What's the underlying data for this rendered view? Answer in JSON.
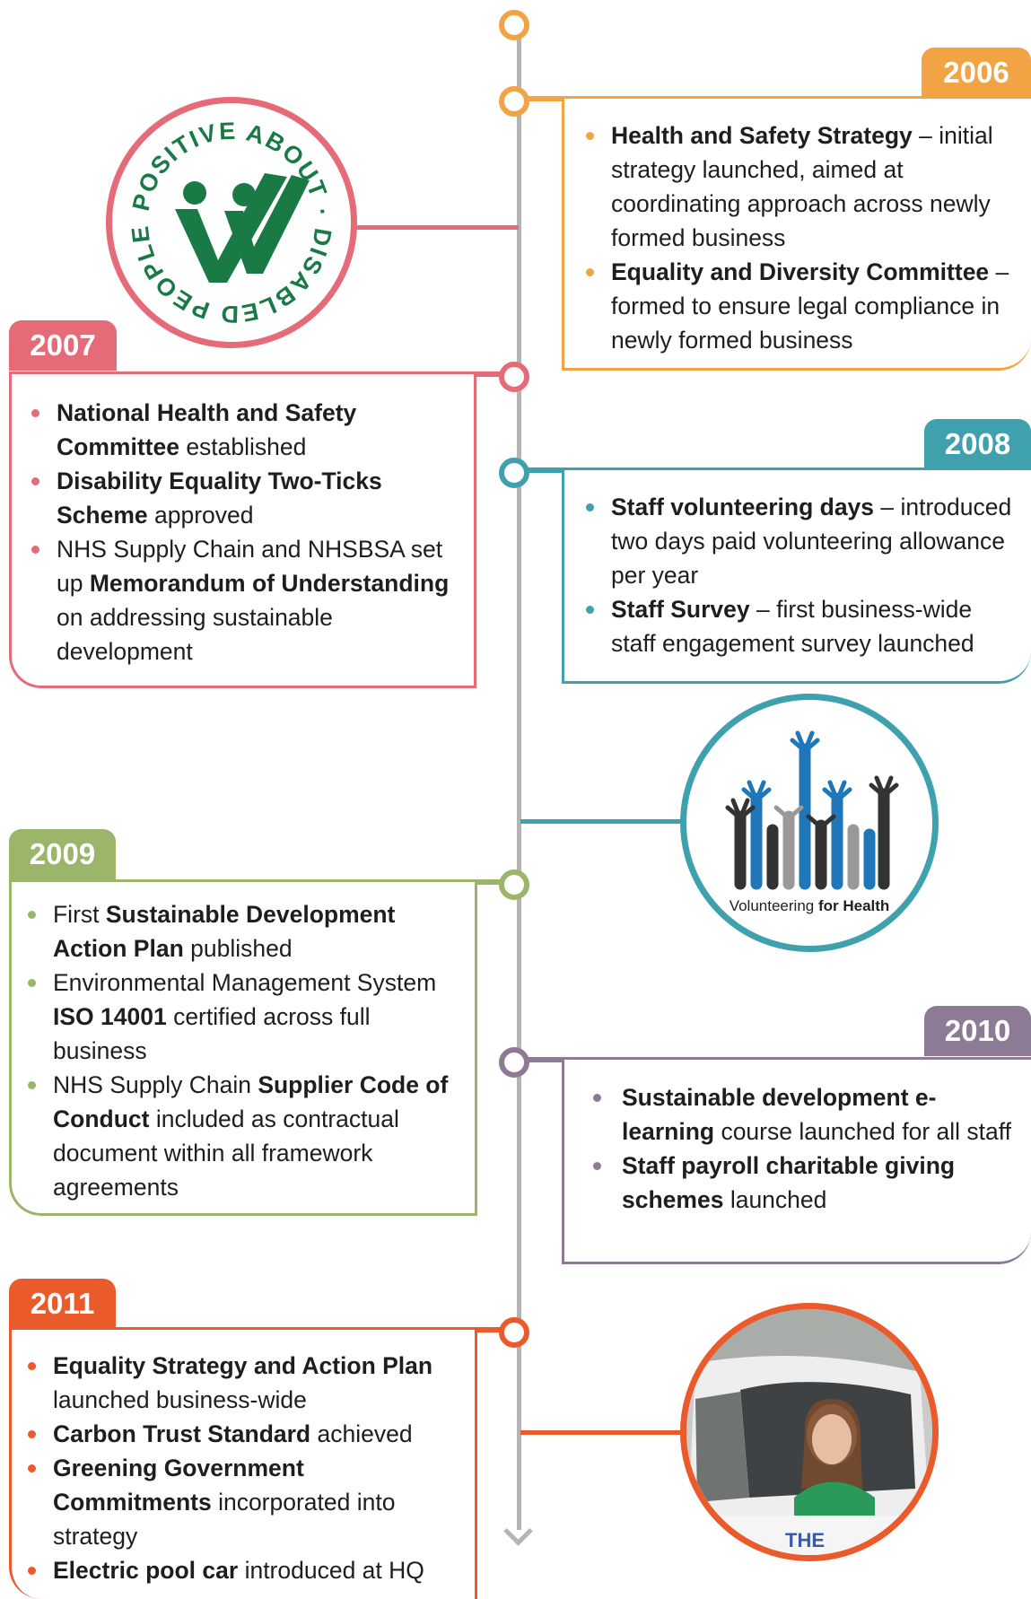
{
  "colors": {
    "y2006": "#f2a444",
    "y2007": "#e56b78",
    "y2008": "#3fa1ad",
    "y2009": "#9bb66b",
    "y2010": "#8d7b96",
    "y2011": "#ea5a2b",
    "axis": "#b4b4b4"
  },
  "entries": [
    {
      "year": "2006",
      "items": [
        {
          "bold": "Health and Safety Strategy",
          "text": " – initial strategy launched, aimed at coordinating approach across newly formed business",
          "pre": ""
        },
        {
          "bold": "Equality and Diversity Committee",
          "text": " – formed to ensure legal compliance in newly formed business",
          "pre": ""
        }
      ]
    },
    {
      "year": "2007",
      "items": [
        {
          "pre": "",
          "bold": "National Health and Safety Committee",
          "text": " established"
        },
        {
          "pre": "",
          "bold": "Disability Equality Two-Ticks Scheme",
          "text": " approved"
        },
        {
          "pre": "NHS Supply Chain and NHSBSA set up ",
          "bold": "Memorandum of Understanding",
          "text": " on addressing sustainable development"
        }
      ]
    },
    {
      "year": "2008",
      "items": [
        {
          "pre": "",
          "bold": "Staff volunteering days",
          "text": " – introduced two days paid volunteering allowance per year"
        },
        {
          "pre": "",
          "bold": "Staff Survey",
          "text": " – first business-wide staff engagement survey launched"
        }
      ]
    },
    {
      "year": "2009",
      "items": [
        {
          "pre": "First ",
          "bold": "Sustainable Development Action Plan",
          "text": " published"
        },
        {
          "pre": "Environmental Management System ",
          "bold": "ISO 14001",
          "text": " certified across full business"
        },
        {
          "pre": "NHS Supply Chain ",
          "bold": "Supplier Code of Conduct",
          "text": " included as contractual document within all framework agreements"
        }
      ]
    },
    {
      "year": "2010",
      "items": [
        {
          "pre": "",
          "bold": "Sustainable development e-learning",
          "text": " course launched for all staff"
        },
        {
          "pre": "",
          "bold": "Staff payroll charitable giving schemes",
          "text": " launched"
        }
      ]
    },
    {
      "year": "2011",
      "items": [
        {
          "pre": "",
          "bold": "Equality Strategy and Action Plan",
          "text": " launched business-wide"
        },
        {
          "pre": "",
          "bold": "Carbon Trust Standard",
          "text": " achieved"
        },
        {
          "pre": "",
          "bold": "Greening Government Commitments",
          "text": " incorporated into strategy"
        },
        {
          "pre": "",
          "bold": "Electric pool car",
          "text": " introduced at HQ"
        }
      ]
    }
  ],
  "logos": {
    "disabled": {
      "text": "POSITIVE ABOUT · DISABLED PEOPLE"
    },
    "volunteering": {
      "text_light": "Volunteering ",
      "text_bold": "for Health"
    }
  }
}
